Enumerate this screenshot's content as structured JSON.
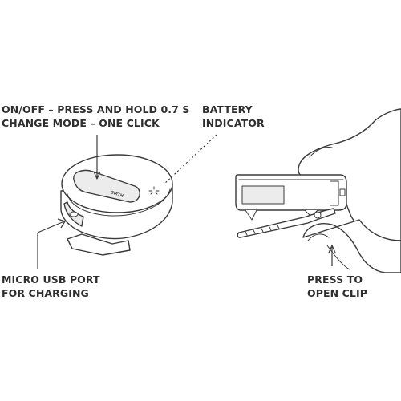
{
  "labels": {
    "onoff": {
      "line1": "ON/OFF – PRESS AND HOLD 0.7 S",
      "line2": "CHANGE MODE – ONE CLICK"
    },
    "battery": {
      "line1": "BATTERY",
      "line2": "INDICATOR"
    },
    "usb": {
      "line1": "MICRO USB PORT",
      "line2": "FOR CHARGING"
    },
    "press": {
      "line1": "PRESS TO",
      "line2": "OPEN CLIP"
    }
  },
  "colors": {
    "text": "#2e2e2e",
    "line": "#3a3a3a",
    "fill": "#ffffff",
    "shade": "#e9e9e9"
  }
}
